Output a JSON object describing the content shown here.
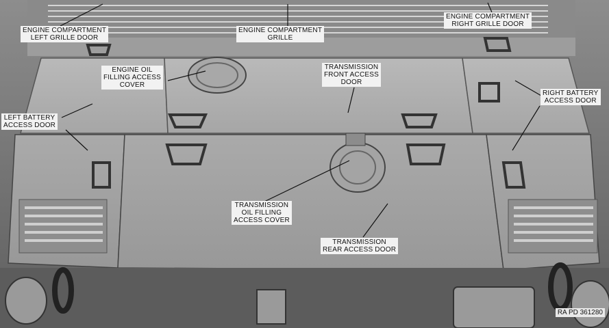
{
  "labels": {
    "engine_compartment_left_grille_door": "ENGINE COMPARTMENT\nLEFT GRILLE DOOR",
    "engine_compartment_grille": "ENGINE COMPARTMENT\nGRILLE",
    "engine_compartment_right_grille_door": "ENGINE COMPARTMENT\nRIGHT GRILLE DOOR",
    "engine_oil_filling_access_cover": "ENGINE OIL\nFILLING ACCESS\nCOVER",
    "transmission_front_access_door": "TRANSMISSION\nFRONT ACCESS\nDOOR",
    "right_battery_access_door": "RIGHT BATTERY\nACCESS DOOR",
    "left_battery_access_door": "LEFT BATTERY\nACCESS DOOR",
    "transmission_oil_filling_access_cover": "TRANSMISSION\nOIL FILLING\nACCESS COVER",
    "transmission_rear_access_door": "TRANSMISSION\nREAR ACCESS DOOR"
  },
  "photo_code": "RA PD 361280"
}
